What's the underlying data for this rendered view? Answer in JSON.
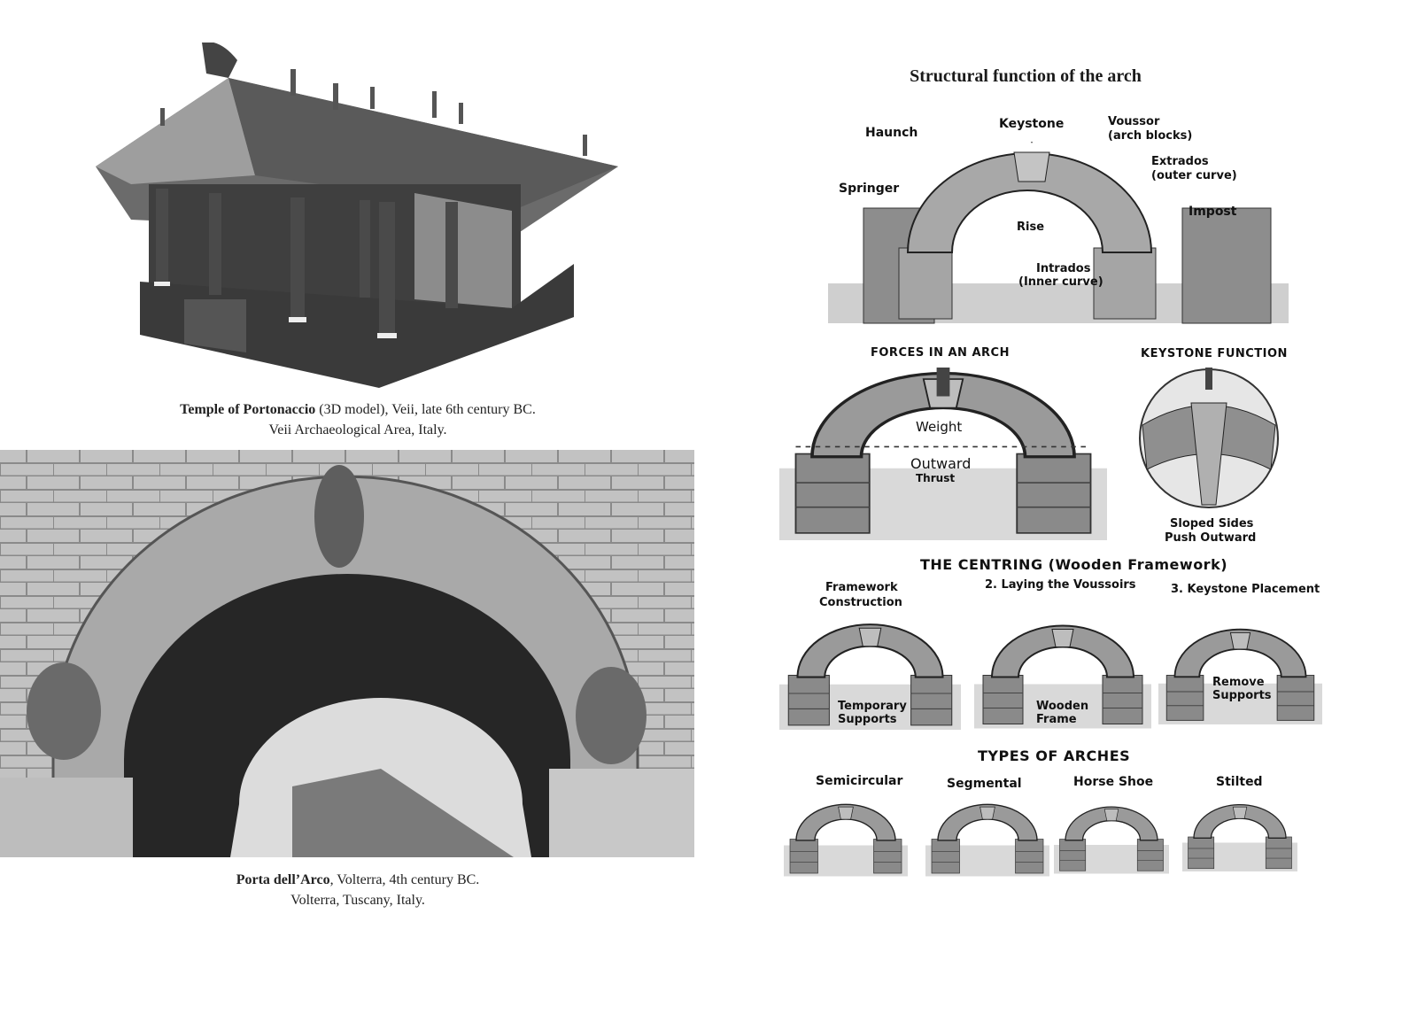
{
  "left_page": {
    "figure1": {
      "caption_bold": "Temple of Portonaccio",
      "caption_rest": " (3D model), Veii, late 6th century BC.",
      "caption_line2": "Veii Archaeological Area, Italy."
    },
    "figure2": {
      "caption_bold": "Porta dell’Arco",
      "caption_rest": ", Volterra, 4th century BC.",
      "caption_line2": "Volterra, Tuscany, Italy."
    }
  },
  "right_page": {
    "title": "Structural function of the arch",
    "anatomy": {
      "haunch": "Haunch",
      "keystone": "Keystone",
      "voussor": "Voussor",
      "voussor_sub": "(arch blocks)",
      "extrados": "Extrados",
      "extrados_sub": "(outer curve)",
      "springer": "Springer",
      "impost": "Impost",
      "rise": "Rise",
      "intrados": "Intrados",
      "intrados_sub": "(Inner curve)"
    },
    "forces": {
      "heading": "FORCES IN AN ARCH",
      "weight": "Weight",
      "outward": "Outward",
      "thrust": "Thrust"
    },
    "keystone_function": {
      "heading": "KEYSTONE FUNCTION",
      "line1": "Sloped Sides",
      "line2": "Push Outward"
    },
    "centring": {
      "heading": "THE CENTRING (Wooden Framework)",
      "step1": "Framework",
      "step1_sub": "Construction",
      "step2": "2. Laying the Voussoirs",
      "step3": "3. Keystone Placement",
      "temporary": "Temporary",
      "temporary_sub": "Supports",
      "wooden": "Wooden",
      "wooden_sub": "Frame",
      "remove": "Remove",
      "remove_sub": "Supports"
    },
    "types": {
      "heading": "TYPES OF ARCHES",
      "items": [
        "Semicircular",
        "Segmental",
        "Horse Shoe",
        "Stilted"
      ]
    }
  }
}
